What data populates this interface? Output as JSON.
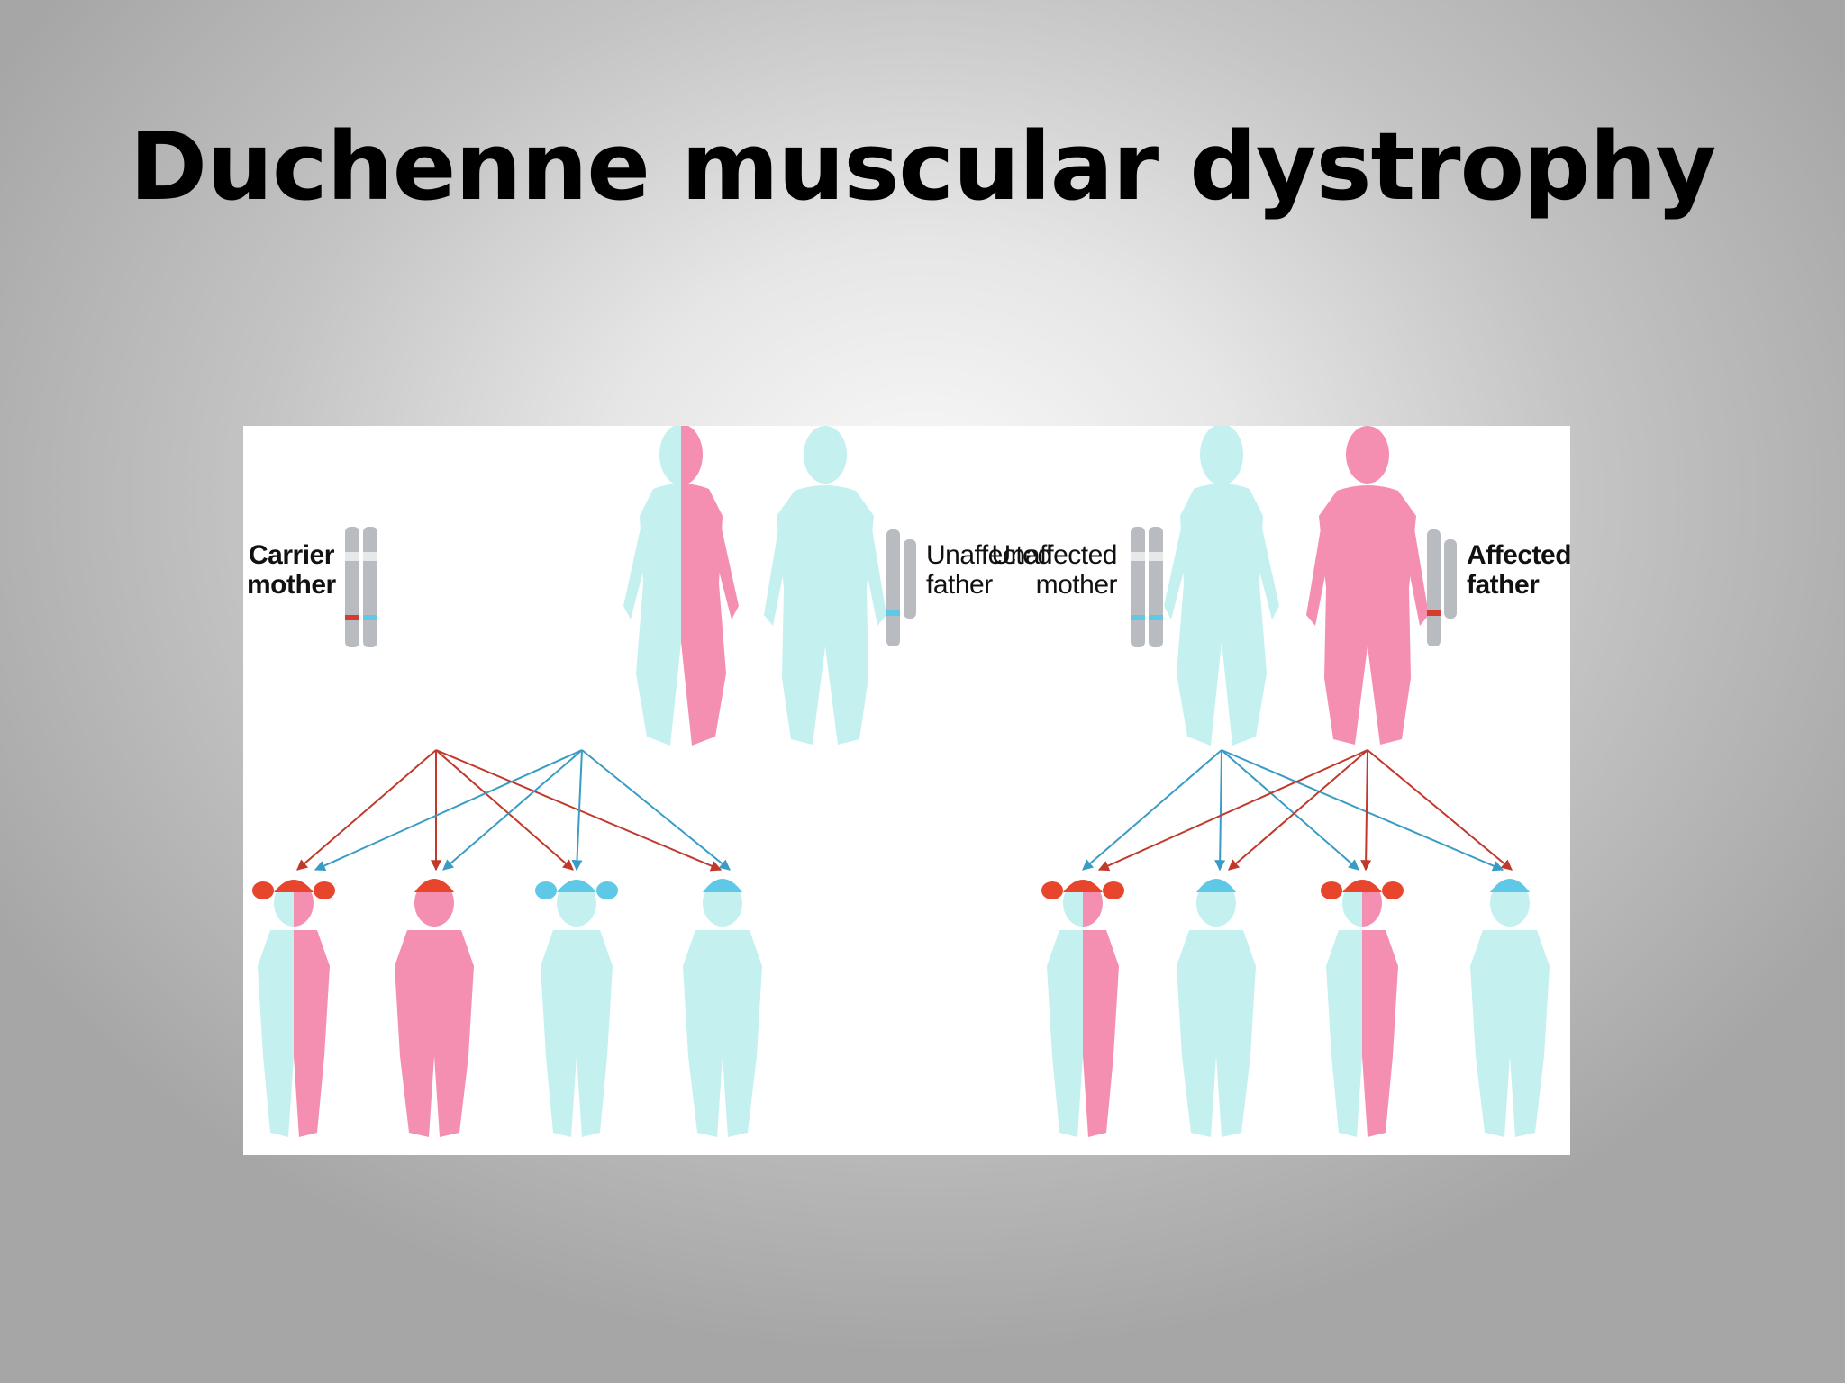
{
  "slide": {
    "title": "Duchenne muscular dystrophy"
  },
  "figure": {
    "panels": [
      {
        "parent_labels": {
          "mother": [
            "Carrier",
            "mother"
          ],
          "father": [
            "Unaffected",
            "father"
          ]
        },
        "children": [
          {
            "sex": "female",
            "status": "carrier"
          },
          {
            "sex": "male",
            "status": "affected"
          },
          {
            "sex": "female",
            "status": "unaffected"
          },
          {
            "sex": "male",
            "status": "unaffected"
          }
        ]
      },
      {
        "parent_labels": {
          "mother": [
            "Unaffected",
            "mother"
          ],
          "father": [
            "Affected",
            "father"
          ]
        },
        "children": [
          {
            "sex": "female",
            "status": "carrier"
          },
          {
            "sex": "male",
            "status": "unaffected"
          },
          {
            "sex": "female",
            "status": "carrier"
          },
          {
            "sex": "male",
            "status": "unaffected"
          }
        ]
      }
    ],
    "colors": {
      "unaffected": "#c4f0f0",
      "affected": "#f48fb1",
      "hair_affected": "#e8452d",
      "hair_unaffected": "#5ec8e6",
      "arrow_mother_line": "#c0392b",
      "arrow_father_line": "#3a9cc4",
      "chromosome": "#b8bcc0"
    }
  }
}
